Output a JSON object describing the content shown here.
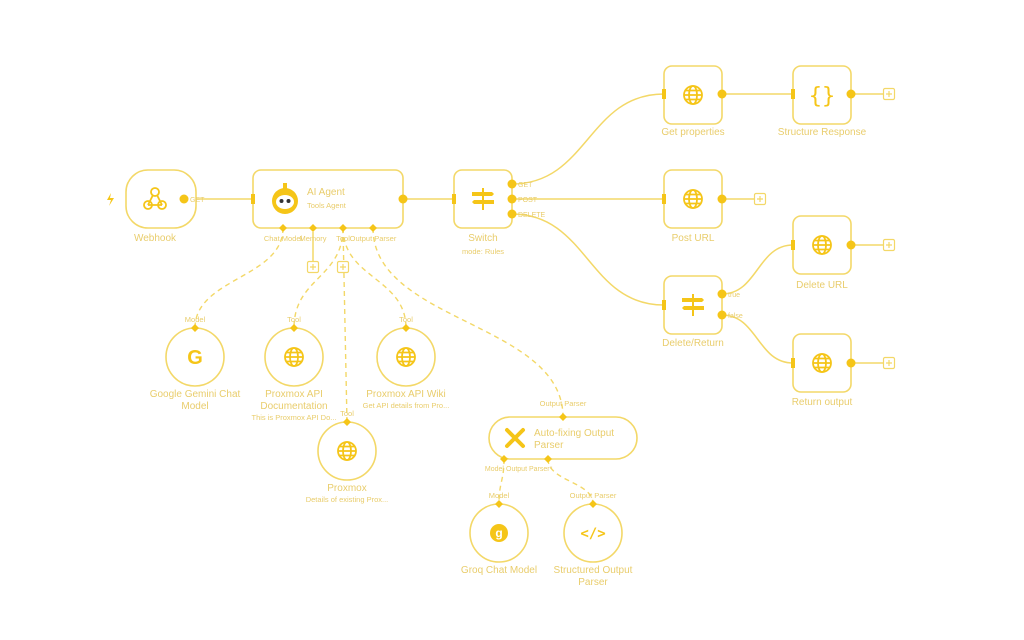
{
  "colors": {
    "accent": "#f5c518",
    "stroke": "#f3d868",
    "text": "#e9cd6c"
  },
  "nodes": {
    "webhook": {
      "label": "Webhook",
      "icon": "webhook-icon",
      "out": "GET"
    },
    "agent": {
      "title": "AI Agent",
      "subtitle": "Tools Agent",
      "icon": "robot-icon",
      "inputs": [
        "Chat Model",
        "Memory",
        "Tool",
        "Output Parser"
      ]
    },
    "switch": {
      "label": "Switch",
      "subtitle": "mode: Rules",
      "icon": "signpost-icon",
      "outputs": [
        "GET",
        "POST",
        "DELETE"
      ]
    },
    "get_properties": {
      "label": "Get properties",
      "icon": "globe-icon"
    },
    "structure_response": {
      "label": "Structure Response",
      "icon": "braces-icon"
    },
    "post_url": {
      "label": "Post URL",
      "icon": "globe-icon"
    },
    "delete_return": {
      "label": "Delete/Return",
      "icon": "signpost-icon",
      "outputs": [
        "true",
        "false"
      ]
    },
    "delete_url": {
      "label": "Delete URL",
      "icon": "globe-icon"
    },
    "return_output": {
      "label": "Return output",
      "icon": "globe-icon"
    },
    "gemini": {
      "label": "Google Gemini Chat",
      "label2": "Model",
      "port": "Model",
      "icon": "google-icon"
    },
    "api_doc": {
      "label": "Proxmox API",
      "label2": "Documentation",
      "subtitle": "This is Proxmox API Do...",
      "port": "Tool",
      "icon": "globe-icon"
    },
    "api_wiki": {
      "label": "Proxmox API Wiki",
      "subtitle": "Get API details from Pro...",
      "port": "Tool",
      "icon": "globe-icon"
    },
    "proxmox": {
      "label": "Proxmox",
      "subtitle": "Details of existing Prox...",
      "port": "Tool",
      "icon": "globe-icon"
    },
    "autofix": {
      "label": "Auto-fixing Output",
      "label2": "Parser",
      "port": "Output Parser",
      "inputs": [
        "Model",
        "Output Parser*"
      ],
      "icon": "tools-icon"
    },
    "groq": {
      "label": "Groq Chat Model",
      "port": "Model",
      "icon": "groq-icon"
    },
    "structured": {
      "label": "Structured Output",
      "label2": "Parser",
      "port": "Output Parser",
      "icon": "code-icon"
    }
  }
}
